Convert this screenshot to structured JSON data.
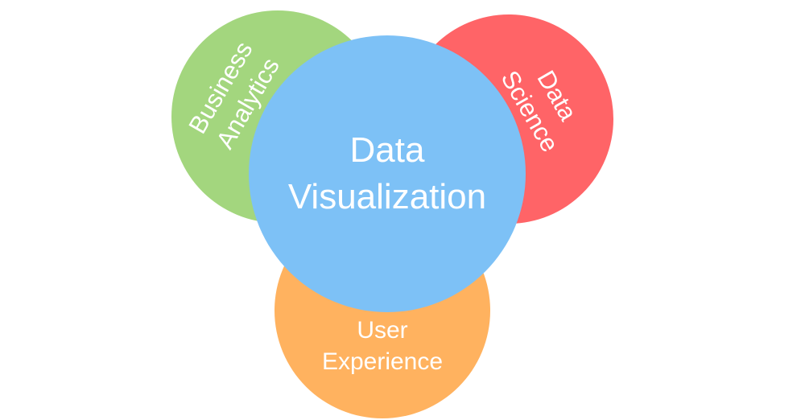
{
  "diagram": {
    "circles": [
      {
        "id": "business-analytics",
        "lines": [
          "Business",
          "Analytics"
        ],
        "color": "#a3d67e"
      },
      {
        "id": "data-science",
        "lines": [
          "Data",
          "Science"
        ],
        "color": "#ff6467"
      },
      {
        "id": "user-experience",
        "lines": [
          "User",
          "Experience"
        ],
        "color": "#ffb25f"
      },
      {
        "id": "data-visualization",
        "lines": [
          "Data",
          "Visualization"
        ],
        "color": "#7dc1f6"
      }
    ]
  }
}
